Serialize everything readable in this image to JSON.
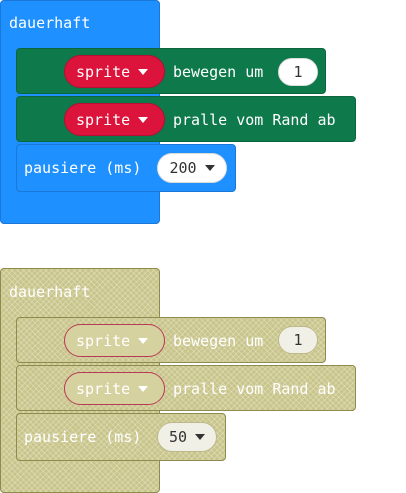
{
  "active_stack": {
    "forever_label": "dauerhaft",
    "move_block": {
      "sprite_label": "sprite",
      "text": "bewegen um",
      "value": "1"
    },
    "bounce_block": {
      "sprite_label": "sprite",
      "text": "pralle vom Rand ab"
    },
    "pause_block": {
      "text": "pausiere (ms)",
      "value": "200"
    }
  },
  "disabled_stack": {
    "forever_label": "dauerhaft",
    "move_block": {
      "sprite_label": "sprite",
      "text": "bewegen um",
      "value": "1"
    },
    "bounce_block": {
      "sprite_label": "sprite",
      "text": "pralle vom Rand ab"
    },
    "pause_block": {
      "text": "pausiere (ms)",
      "value": "50"
    }
  },
  "colors": {
    "forever_blue": "#1e90ff",
    "sprite_green": "#0e7a4c",
    "sprite_red": "#dc143c",
    "disabled_olive": "#c8c48a"
  }
}
